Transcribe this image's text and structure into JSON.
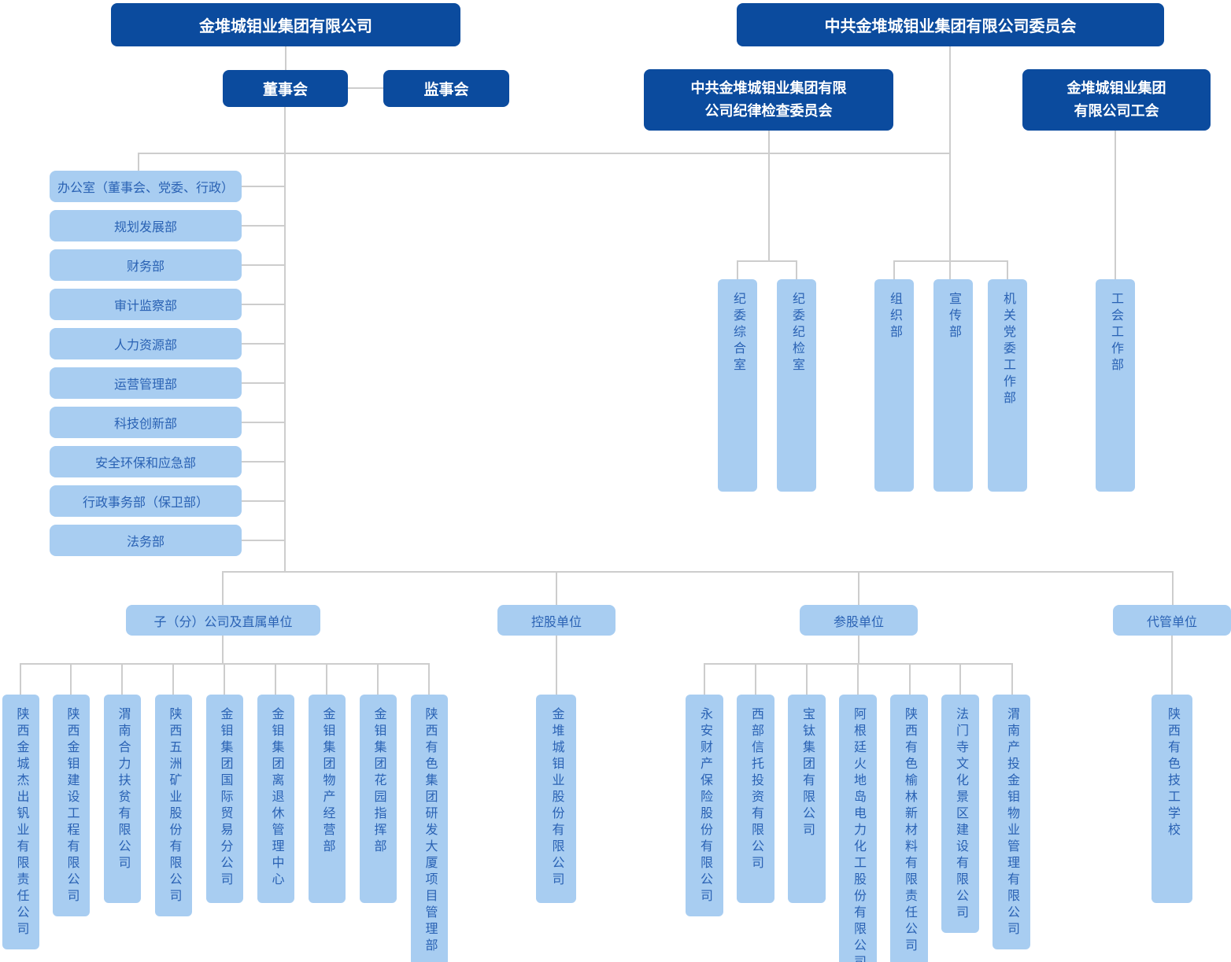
{
  "colors": {
    "dark_box": "#0b4b9e",
    "light_box": "#a8cdf1",
    "light_box_text": "#2a62b4",
    "connector_line": "#cdcdcd",
    "dark_box_text": "#ffffff",
    "background": "#ffffff"
  },
  "top": {
    "group_company": "金堆城钼业集团有限公司",
    "party_committee": "中共金堆城钼业集团有限公司委员会",
    "board": "董事会",
    "supervisory_board": "监事会",
    "discipline_committee": "中共金堆城钼业集团有限公司纪律检查委员会",
    "labor_union": "金堆城钼业集团有限公司工会"
  },
  "departments": [
    "办公室（董事会、党委、行政）",
    "规划发展部",
    "财务部",
    "审计监察部",
    "人力资源部",
    "运营管理部",
    "科技创新部",
    "安全环保和应急部",
    "行政事务部（保卫部）",
    "法务部"
  ],
  "party_offices": [
    "纪委综合室",
    "纪委纪检室",
    "组织部",
    "宣传部",
    "机关党委工作部",
    "工会工作部"
  ],
  "categories": [
    {
      "label": "子（分）公司及直属单位",
      "children": [
        "陕西金城杰出钒业有限责任公司",
        "陕西金钼建设工程有限公司",
        "渭南合力扶贫有限公司",
        "陕西五洲矿业股份有限公司",
        "金钼集团国际贸易分公司",
        "金钼集团离退休管理中心",
        "金钼集团物产经营部",
        "金钼集团花园指挥部",
        "陕西有色集团研发大厦项目管理部"
      ]
    },
    {
      "label": "控股单位",
      "children": [
        "金堆城钼业股份有限公司"
      ]
    },
    {
      "label": "参股单位",
      "children": [
        "永安财产保险股份有限公司",
        "西部信托投资有限公司",
        "宝钛集团有限公司",
        "阿根廷火地岛电力化工股份有限公司",
        "陕西有色榆林新材料有限责任公司",
        "法门寺文化景区建设有限公司",
        "渭南产投金钼物业管理有限公司"
      ]
    },
    {
      "label": "代管单位",
      "children": [
        "陕西有色技工学校"
      ]
    }
  ]
}
